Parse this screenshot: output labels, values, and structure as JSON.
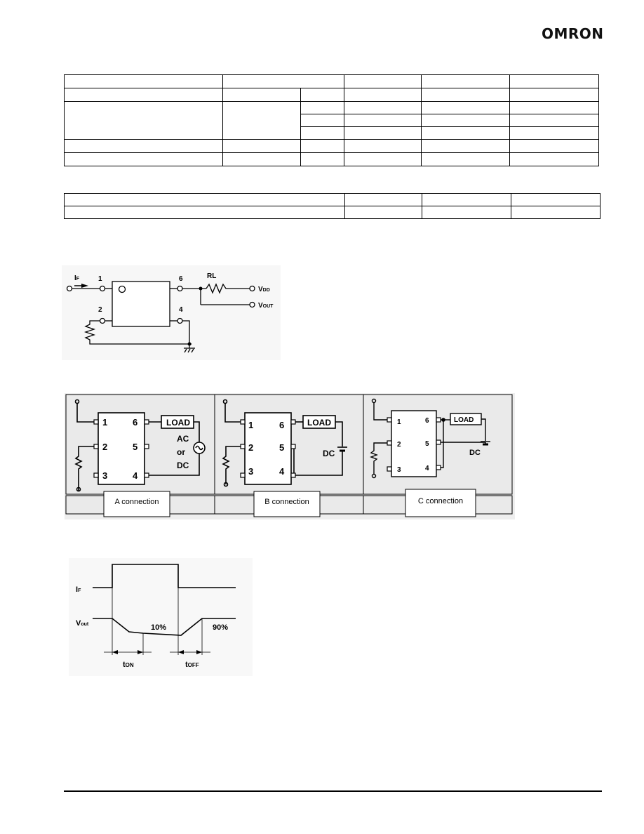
{
  "header": {
    "logo": "OMRON"
  },
  "test_circuit": {
    "pin_1": "1",
    "pin_2": "2",
    "pin_4": "4",
    "pin_6": "6",
    "input_label": "I",
    "input_sub": "F",
    "resistor_label": "RL",
    "vdd_label": "V",
    "vdd_sub": "DD",
    "vout_label": "V",
    "vout_sub": "OUT",
    "chip_mark": "O"
  },
  "connections": [
    {
      "name": "A connection",
      "pins_left": [
        "1",
        "2",
        "3"
      ],
      "pins_right": [
        "6",
        "5",
        "4"
      ],
      "load": "LOAD",
      "supply": [
        "AC",
        "or",
        "DC"
      ]
    },
    {
      "name": "B connection",
      "pins_left": [
        "1",
        "2",
        "3"
      ],
      "pins_right": [
        "6",
        "5",
        "4"
      ],
      "load": "LOAD",
      "supply": [
        "DC"
      ]
    },
    {
      "name": "C connection",
      "pins_left": [
        "1",
        "2",
        "3"
      ],
      "pins_right": [
        "6",
        "5",
        "4"
      ],
      "load": "LOAD",
      "supply": [
        "DC"
      ]
    }
  ],
  "timing": {
    "if_label": "I",
    "if_sub": "F",
    "vout_label": "V",
    "vout_sub": "out",
    "pct_low": "10%",
    "pct_high": "90%",
    "ton_label": "t",
    "ton_sub": "ON",
    "toff_label": "t",
    "toff_sub": "OFF"
  }
}
